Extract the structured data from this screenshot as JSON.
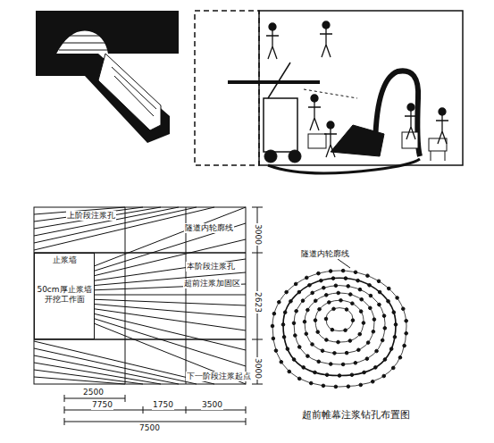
{
  "diagram": {
    "caption": "超前帷幕注浆钻孔布置图",
    "nodes": [
      {
        "text": [
          "止浆墙",
          "50cm厚止浆墙 开挖工作面"
        ]
      }
    ],
    "labels": [
      "上阶段注浆孔",
      "隧道内轮廓线",
      "本阶段注浆孔",
      "超前注浆加固区",
      "下一阶段注浆起点",
      "3000",
      "2623",
      "3000",
      "2500",
      "7750",
      "1750",
      "3500",
      "7500",
      "隧道内轮廓线"
    ]
  }
}
